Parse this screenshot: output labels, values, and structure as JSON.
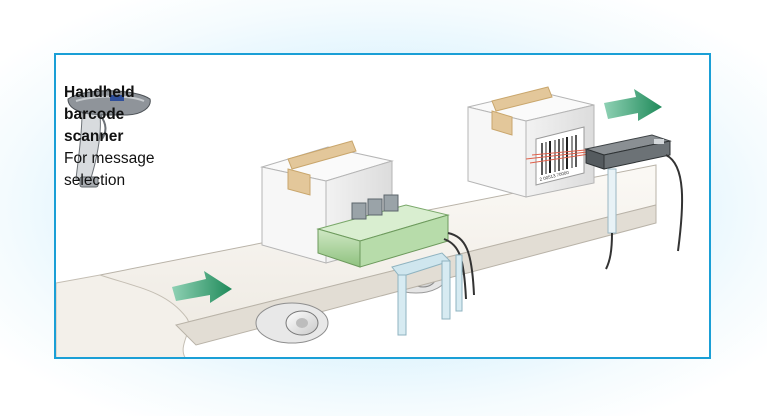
{
  "caption": {
    "title_line1": "Handheld",
    "title_line2": "barcode",
    "title_line3": "scanner",
    "subtitle_line1": "For message",
    "subtitle_line2": "selection"
  },
  "barcode_digits": "2 00513 70000",
  "colors": {
    "frame_border": "#1a9fd6",
    "arrow_green": "#2e9b6a",
    "printer_green": "#a9d39c",
    "conveyor": "#f6f3ee",
    "scan_laser": "#e0604a"
  },
  "icons": [
    "handheld-scanner-icon",
    "fixed-scanner-icon",
    "printhead-icon",
    "direction-arrow-icon"
  ]
}
